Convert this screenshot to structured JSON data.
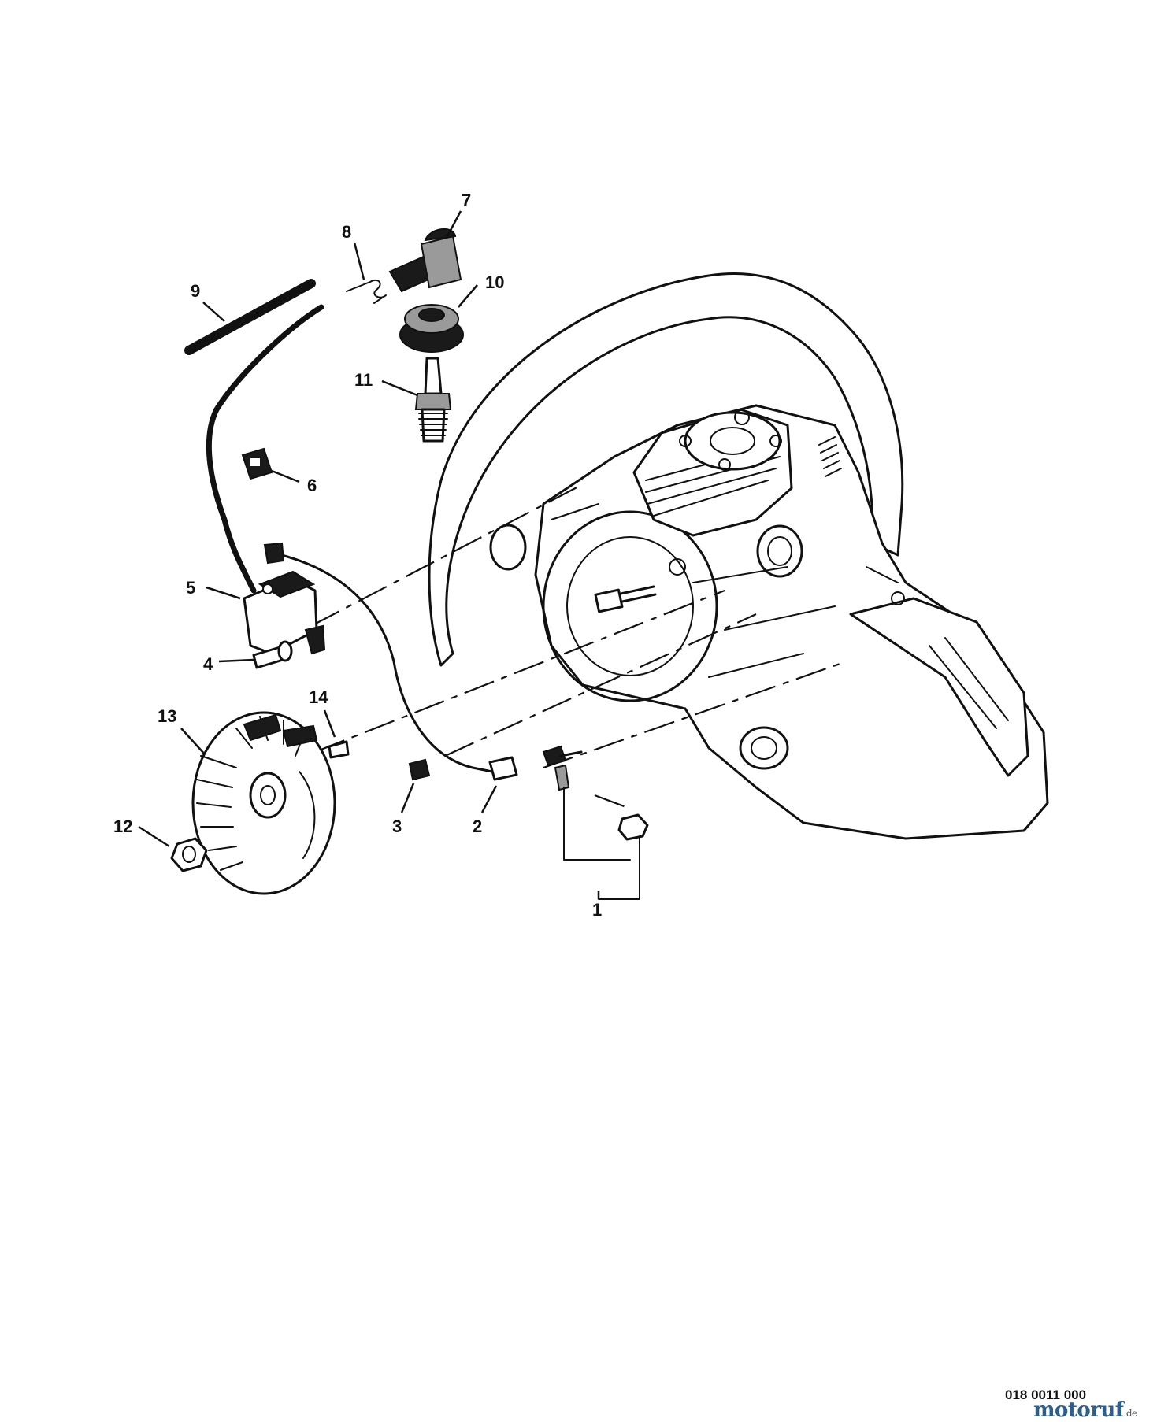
{
  "callouts": [
    {
      "number": "1"
    },
    {
      "number": "2"
    },
    {
      "number": "3"
    },
    {
      "number": "4"
    },
    {
      "number": "5"
    },
    {
      "number": "6"
    },
    {
      "number": "7"
    },
    {
      "number": "8"
    },
    {
      "number": "9"
    },
    {
      "number": "10"
    },
    {
      "number": "11"
    },
    {
      "number": "12"
    },
    {
      "number": "13"
    },
    {
      "number": "14"
    }
  ],
  "footer": {
    "drawing_code": "018 0011 000",
    "watermark": "motoruf",
    "watermark_tld": ".de"
  }
}
